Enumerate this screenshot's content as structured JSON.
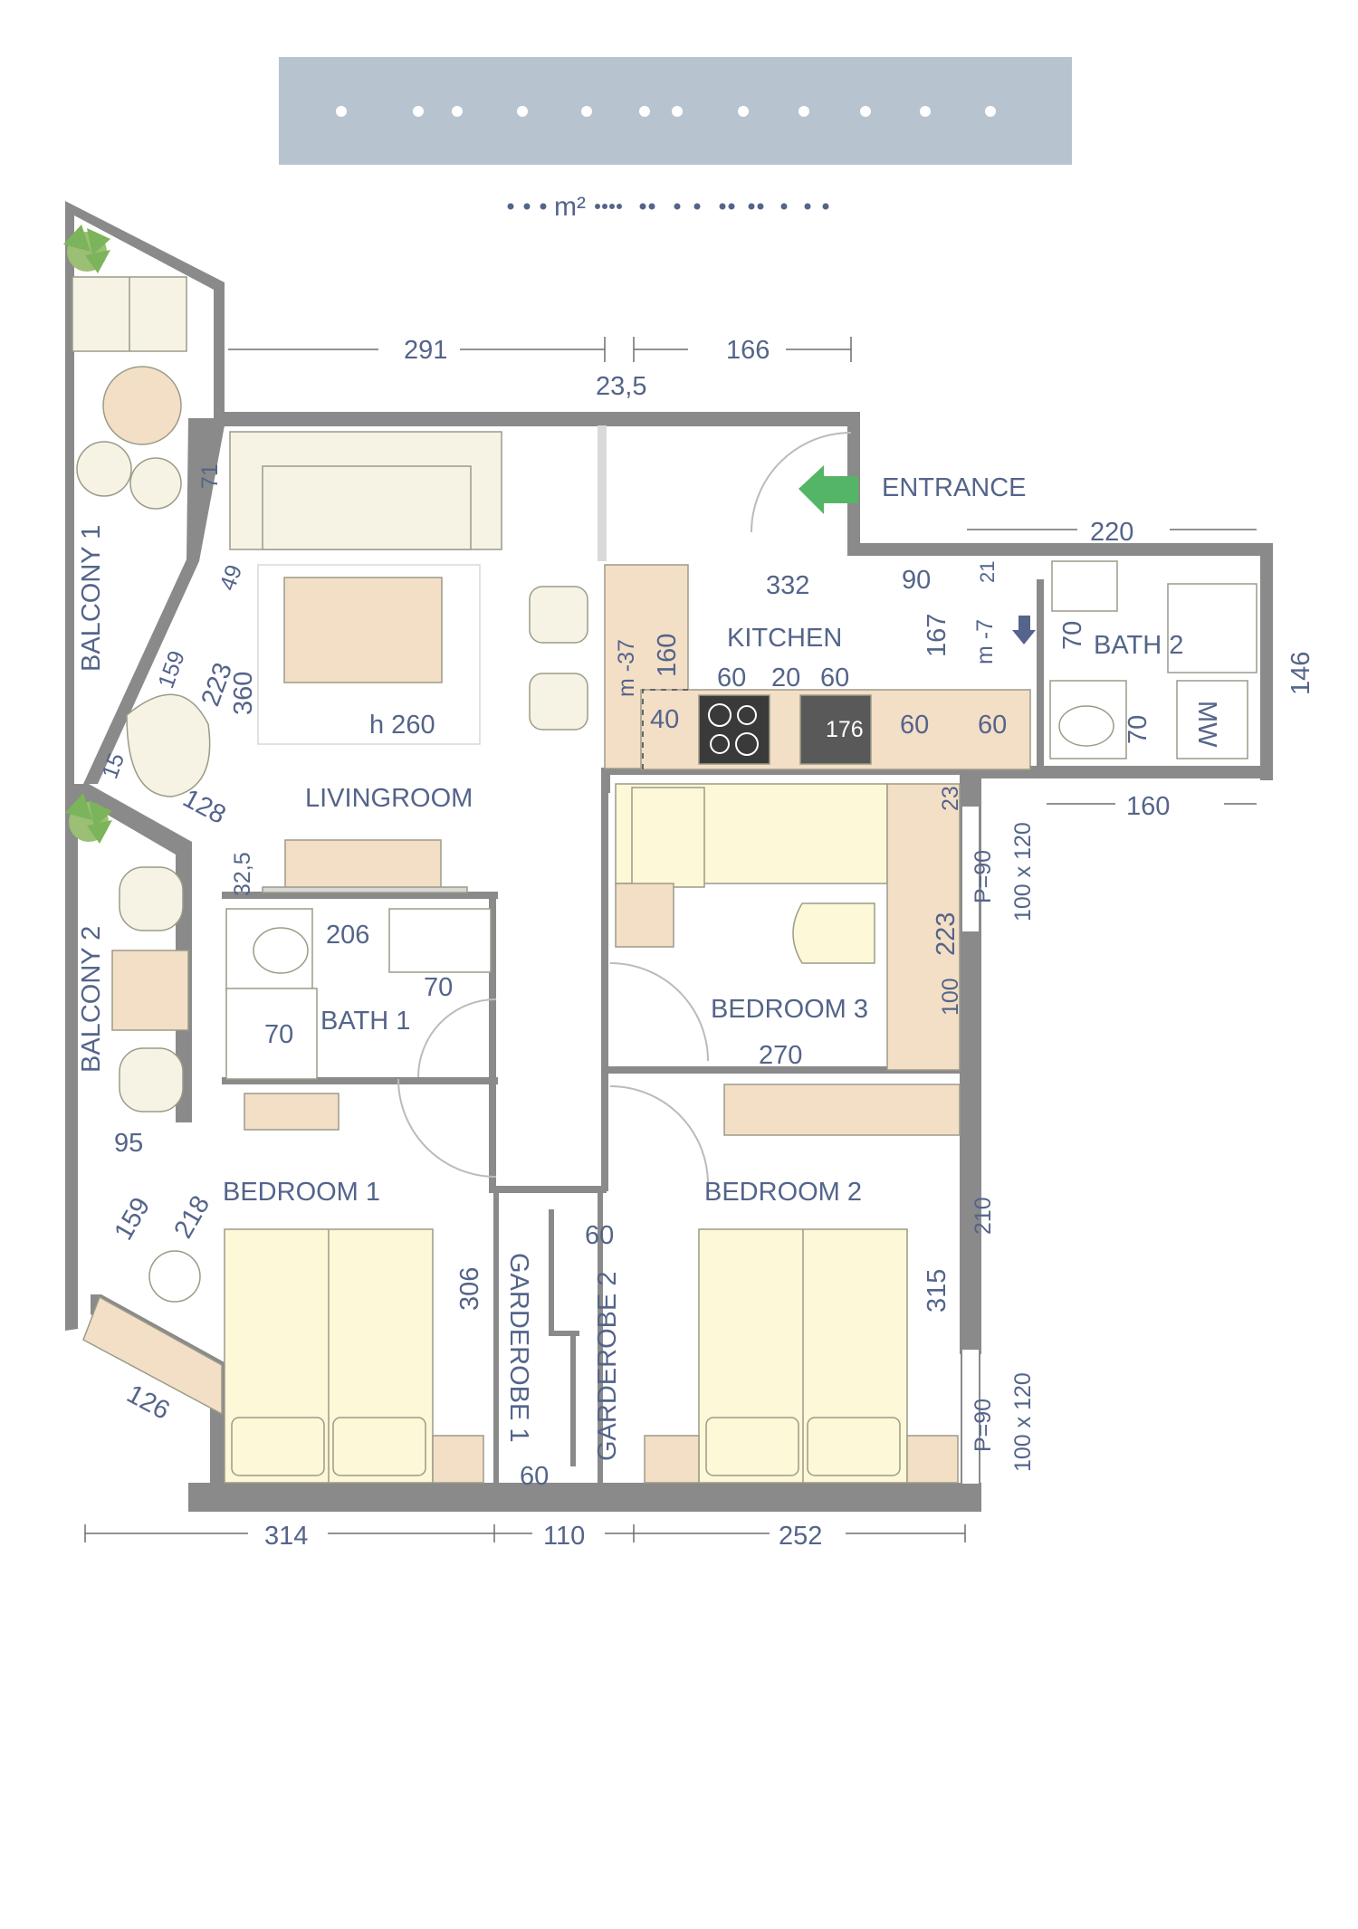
{
  "header": {
    "title": "",
    "area_label": "m²"
  },
  "colors": {
    "wall": "#8a8a8a",
    "wood": "#f3dfc6",
    "cream": "#f6f3e4",
    "bedding": "#fcf8d8",
    "label": "#54648a",
    "arrow": "#55b566",
    "banner": "#b7c4cf"
  },
  "rooms": {
    "balcony1": "BALCONY 1",
    "balcony2": "BALCONY 2",
    "livingroom": "LIVINGROOM",
    "kitchen": "KITCHEN",
    "bath1": "BATH 1",
    "bath2": "BATH 2",
    "bedroom1": "BEDROOM 1",
    "bedroom2": "BEDROOM 2",
    "bedroom3": "BEDROOM 3",
    "garderobe1": "GARDEROBE 1",
    "garderobe2": "GARDEROBE 2",
    "entrance": "ENTRANCE"
  },
  "dims": {
    "top_291": "291",
    "top_166": "166",
    "top_235": "23,5",
    "entr_220": "220",
    "bath2_146": "146",
    "bath2_160": "160",
    "bot_314": "314",
    "bot_110": "110",
    "bot_252": "252",
    "d71": "71",
    "d49": "49",
    "d159a": "159",
    "d223a": "223",
    "d360": "360",
    "d15": "15",
    "d128": "128",
    "d325": "32,5",
    "d95": "95",
    "d159b": "159",
    "d218": "218",
    "d126": "126",
    "h260": "h 260",
    "m37": "m -37",
    "d160": "160",
    "d40": "40",
    "k332": "332",
    "k90": "90",
    "k167": "167",
    "k60a": "60",
    "k20": "20",
    "k60b": "60",
    "k176": "176",
    "k60c": "60",
    "k60d": "60",
    "d21": "21",
    "m7": "m -7",
    "b2_70a": "70",
    "b2_70b": "70",
    "mw": "MW",
    "d206": "206",
    "b1_70a": "70",
    "b1_70b": "70",
    "d23": "23",
    "d223b": "223",
    "d100": "100",
    "d270": "270",
    "p90a": "P=90",
    "win1": "100 x 120",
    "d210": "210",
    "d306": "306",
    "g60a": "60",
    "g60b": "60",
    "d315": "315",
    "p90b": "P=90",
    "win2": "100 x 120"
  }
}
